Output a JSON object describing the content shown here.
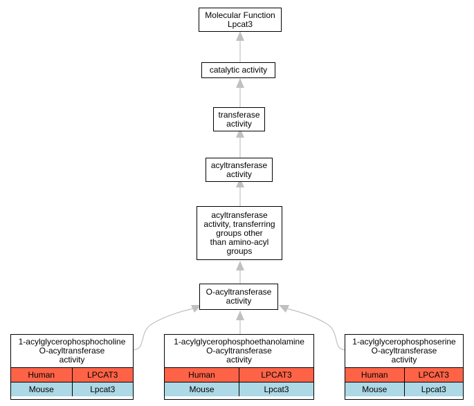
{
  "nodes": {
    "root": "Molecular Function\nLpcat3",
    "catalytic": "catalytic activity",
    "transferase": "transferase\nactivity",
    "acyltransferase": "acyltransferase\nactivity",
    "acyl_non_amino": "acyltransferase\nactivity, transferring\ngroups other\nthan amino-acyl\ngroups",
    "o_acyl": "O-acyltransferase\nactivity"
  },
  "leaves": [
    {
      "title": "1-acylglycerophosphocholine\nO-acyltransferase\nactivity",
      "rows": [
        {
          "species": "Human",
          "gene": "LPCAT3"
        },
        {
          "species": "Mouse",
          "gene": "Lpcat3"
        }
      ]
    },
    {
      "title": "1-acylglycerophosphoethanolamine\nO-acyltransferase\nactivity",
      "rows": [
        {
          "species": "Human",
          "gene": "LPCAT3"
        },
        {
          "species": "Mouse",
          "gene": "Lpcat3"
        }
      ]
    },
    {
      "title": "1-acylglycerophosphoserine\nO-acyltransferase\nactivity",
      "rows": [
        {
          "species": "Human",
          "gene": "LPCAT3"
        },
        {
          "species": "Mouse",
          "gene": "Lpcat3"
        }
      ]
    }
  ],
  "colors": {
    "human": "#ff6347",
    "mouse": "#add8e6",
    "edge": "#c0c0c0"
  }
}
